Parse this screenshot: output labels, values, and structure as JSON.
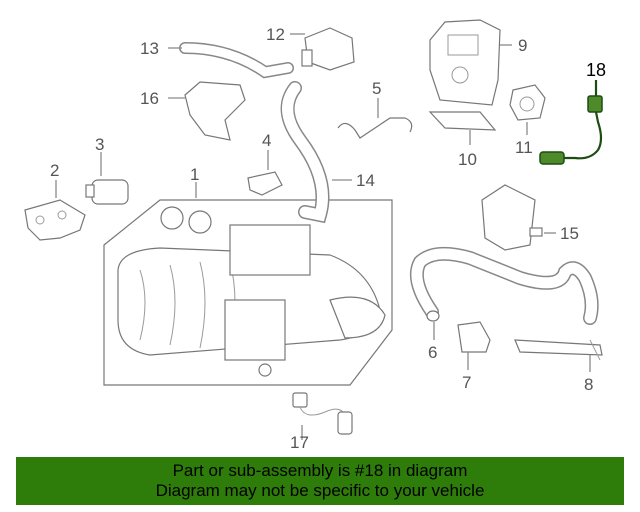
{
  "callouts": {
    "c1": "1",
    "c2": "2",
    "c3": "3",
    "c4": "4",
    "c5": "5",
    "c6": "6",
    "c7": "7",
    "c8": "8",
    "c9": "9",
    "c10": "10",
    "c11": "11",
    "c12": "12",
    "c13": "13",
    "c14": "14",
    "c15": "15",
    "c16": "16",
    "c17": "17",
    "c18": "18"
  },
  "banner": {
    "line1": "Part or sub-assembly is #18 in diagram",
    "line2": "Diagram may not be specific to your vehicle"
  },
  "colors": {
    "banner_bg": "#2e7d0a",
    "highlight_part": "#1d4d12"
  }
}
